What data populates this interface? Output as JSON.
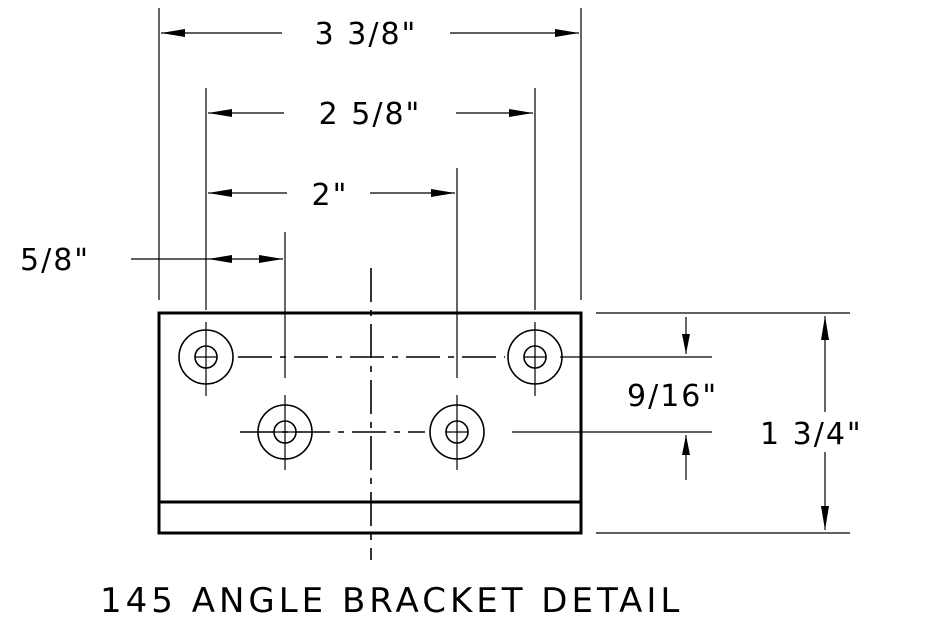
{
  "title": "145 ANGLE BRACKET DETAIL",
  "dimensions": {
    "overall_width": "3 3/8\"",
    "outer_hole_spacing": "2 5/8\"",
    "inner_hole_offset": "2\"",
    "edge_to_inner_hole": "5/8\"",
    "hole_row_spacing": "9/16\"",
    "overall_height": "1 3/4\""
  }
}
